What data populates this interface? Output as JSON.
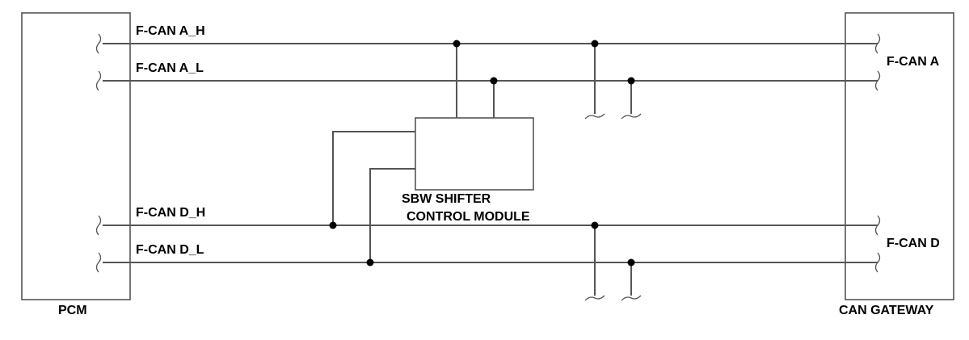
{
  "modules": {
    "pcm": "PCM",
    "gateway": "CAN GATEWAY",
    "shifter_line1": "SBW SHIFTER",
    "shifter_line2": "CONTROL MODULE"
  },
  "signals": {
    "a_h": "F-CAN A_H",
    "a_l": "F-CAN A_L",
    "d_h": "F-CAN D_H",
    "d_l": "F-CAN D_L"
  },
  "buses": {
    "a": "F-CAN A",
    "d": "F-CAN D"
  }
}
